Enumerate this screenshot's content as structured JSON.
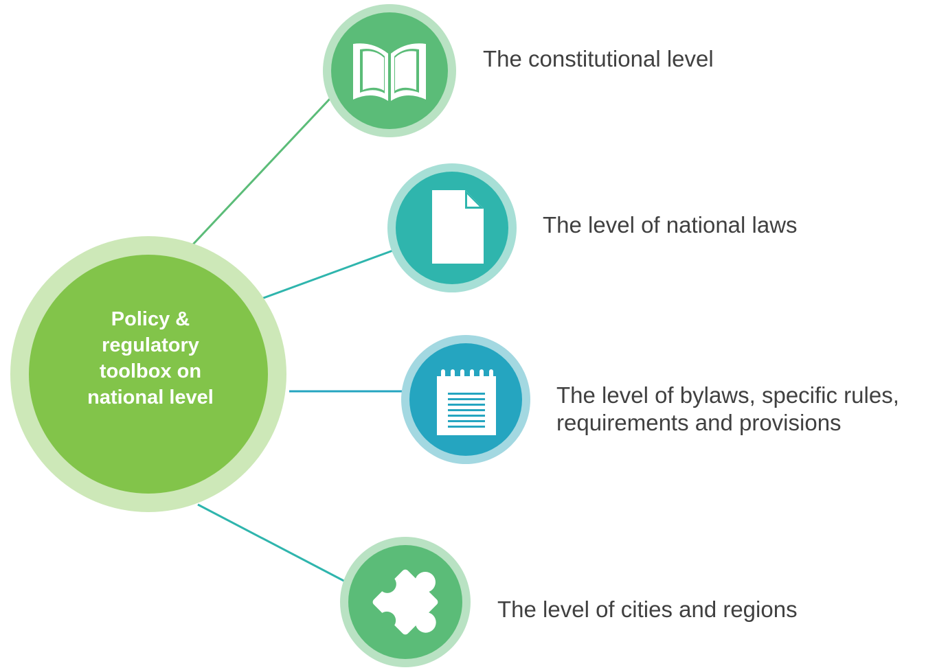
{
  "center": {
    "lines": [
      "Policy &",
      "regulatory",
      "toolbox on",
      "national level"
    ]
  },
  "levels": [
    {
      "lines": [
        "The constitutional level"
      ],
      "icon": "book-icon"
    },
    {
      "lines": [
        "The level of national laws"
      ],
      "icon": "document-icon"
    },
    {
      "lines": [
        "The level of bylaws, specific rules,",
        "requirements and provisions"
      ],
      "icon": "notepad-icon"
    },
    {
      "lines": [
        "The level of cities and regions"
      ],
      "icon": "puzzle-piece-icon"
    }
  ],
  "colors": {
    "center_outer": "#cde8b8",
    "center_inner": "#82c44a",
    "green_outer": "#b9e2c3",
    "green_inner": "#5bbc78",
    "teal_outer": "#a7dfd6",
    "teal_inner": "#2fb5ad",
    "blue_outer": "#a3d8e1",
    "blue_inner": "#25a5c0",
    "label_text": "#404040"
  }
}
